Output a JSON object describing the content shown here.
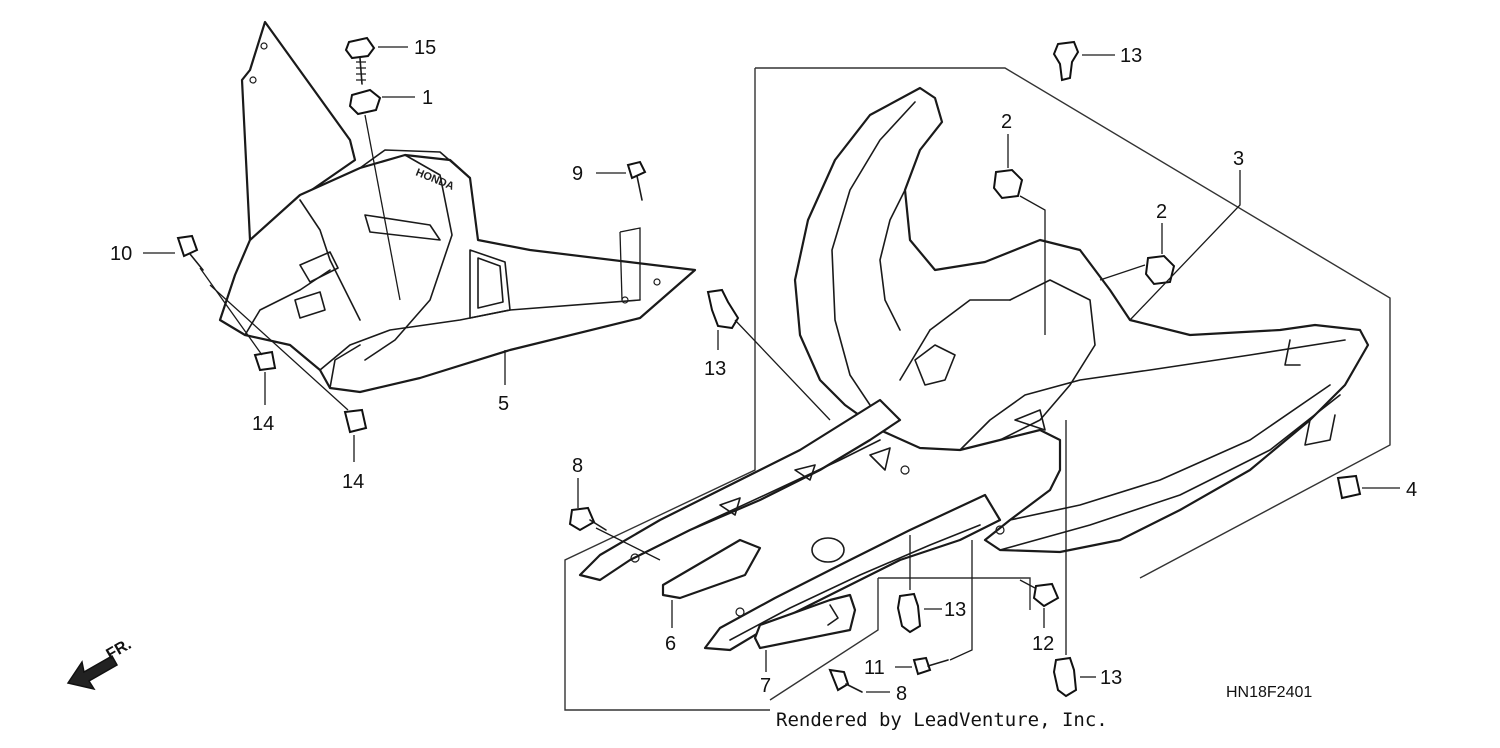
{
  "diagram": {
    "callouts": {
      "c1": "1",
      "c2a": "2",
      "c2b": "2",
      "c3": "3",
      "c4": "4",
      "c5": "5",
      "c6": "6",
      "c7": "7",
      "c8a": "8",
      "c8b": "8",
      "c9": "9",
      "c10": "10",
      "c11": "11",
      "c12": "12",
      "c13a": "13",
      "c13b": "13",
      "c13c": "13",
      "c13d": "13",
      "c14a": "14",
      "c14b": "14",
      "c15": "15"
    },
    "diagram_code": "HN18F2401",
    "front_label": "FR.",
    "brand_mark": "HONDA",
    "credit": "Rendered by LeadVenture, Inc."
  }
}
